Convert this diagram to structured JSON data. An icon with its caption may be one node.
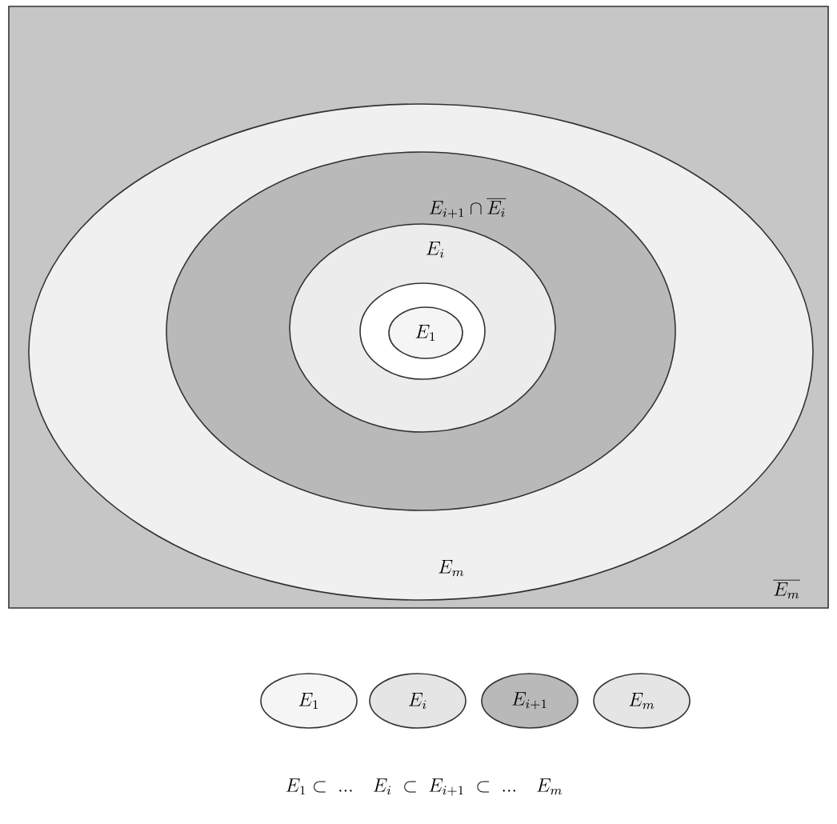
{
  "diagram": {
    "nodes": [
      {
        "text": [
          "\\overline{E_m}"
        ]
      },
      {
        "text": [
          "E_m"
        ],
        "in": 0
      },
      {
        "text": [
          "E_{i+1} \\cap \\overline{E_i}"
        ],
        "in": 1
      },
      {
        "text": [
          "E_i"
        ],
        "in": 2
      },
      {
        "text": [],
        "shape": "ellipse",
        "in": 3
      },
      {
        "text": [
          "E_1"
        ],
        "in": 4
      },
      {
        "text": [
          "E_1"
        ]
      },
      {
        "text": [
          "E_i"
        ]
      },
      {
        "text": [
          "E_{i+1}"
        ]
      },
      {
        "text": [
          "E_m"
        ]
      }
    ],
    "labels": [
      "E_1 \\subset \\;...\\quad E_i \\;\\subset\\; E_{i+1} \\;\\subset\\; ...\\quad E_m"
    ]
  }
}
